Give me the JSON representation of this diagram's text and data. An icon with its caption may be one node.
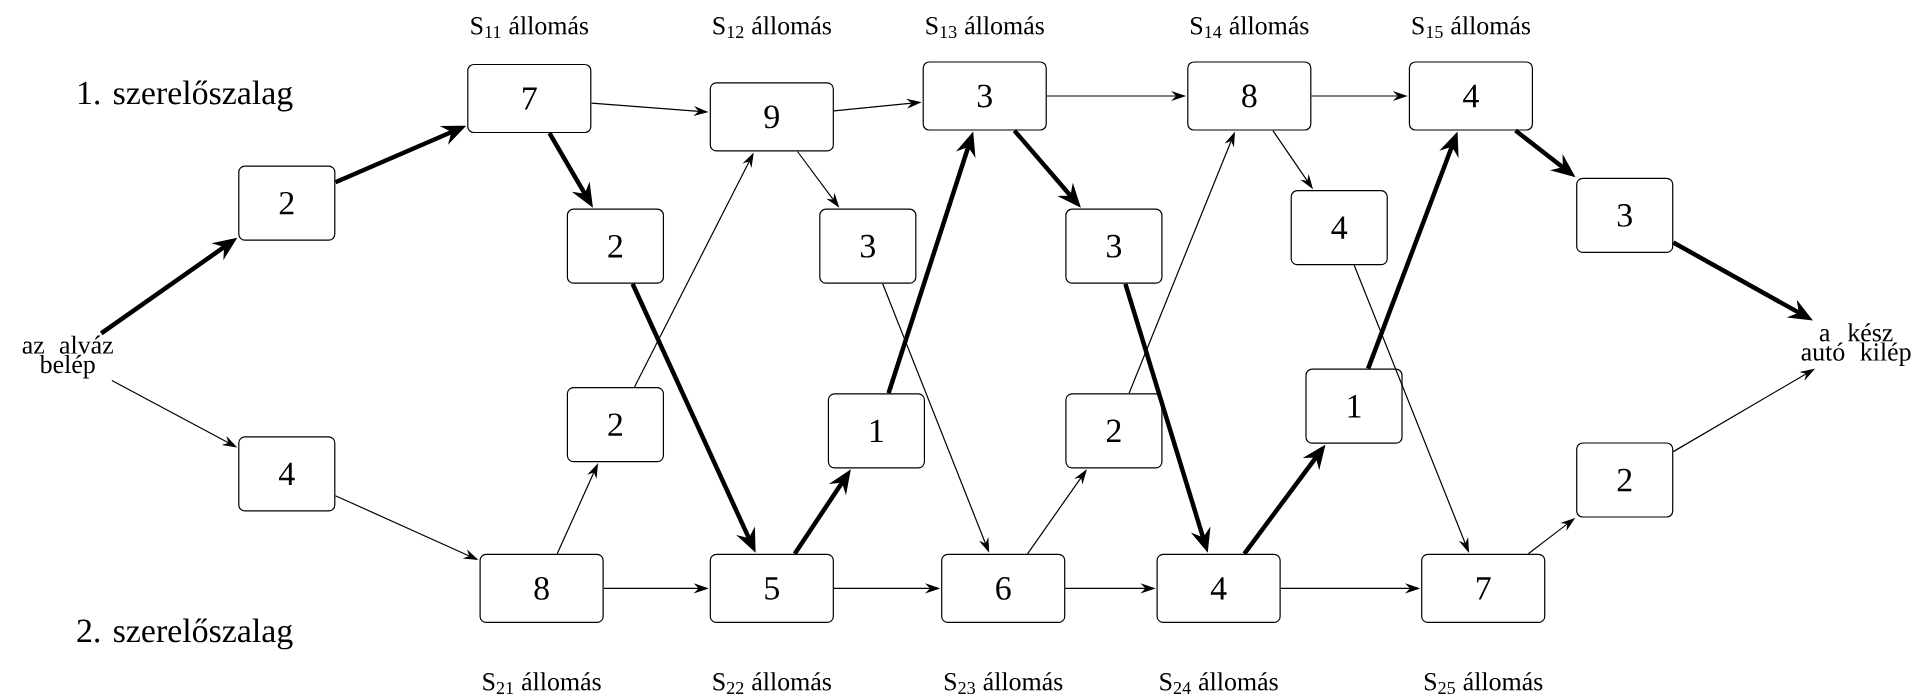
{
  "diagram": {
    "nodes": [
      {
        "text": [
          "az alváz belép"
        ]
      },
      {
        "text": [
          "2"
        ]
      },
      {
        "text": [
          "4"
        ]
      },
      {
        "text": [
          "7"
        ],
        "beside": [
          "S$_{11}$ állomás"
        ]
      },
      {
        "text": [
          "2"
        ]
      },
      {
        "text": [
          "2"
        ]
      },
      {
        "text": [
          "8"
        ],
        "beside": [
          "S$_{21}$ állomás"
        ]
      },
      {
        "text": [
          "9"
        ],
        "beside": [
          "S$_{12}$ állomás"
        ]
      },
      {
        "text": [
          "3"
        ]
      },
      {
        "text": [
          "1"
        ]
      },
      {
        "text": [
          "5"
        ],
        "beside": [
          "S$_{22}$ állomás"
        ]
      },
      {
        "text": [
          "3"
        ],
        "beside": [
          "S$_{13}$ állomás"
        ]
      },
      {
        "text": [
          "3"
        ]
      },
      {
        "text": [
          "2"
        ]
      },
      {
        "text": [
          "6"
        ],
        "beside": [
          "S$_{23}$ állomás"
        ]
      },
      {
        "text": [
          "8"
        ],
        "beside": [
          "S$_{14}$ állomás"
        ]
      },
      {
        "text": [
          "4"
        ]
      },
      {
        "text": [
          "1"
        ]
      },
      {
        "text": [
          "4"
        ],
        "beside": [
          "S$_{24}$ állomás"
        ]
      },
      {
        "text": [
          "4"
        ],
        "beside": [
          "S$_{15}$ állomás"
        ]
      },
      {
        "text": [
          "3"
        ]
      },
      {
        "text": [
          "2"
        ]
      },
      {
        "text": [
          "7"
        ],
        "beside": [
          "S$_{25}$ állomás"
        ]
      },
      {
        "text": [
          "a kész autó kilép"
        ]
      }
    ],
    "edges": [
      {
        "from": 0,
        "to": 1,
        "arrow": "to",
        "style": "thick"
      },
      {
        "from": 0,
        "to": 2,
        "arrow": "to"
      },
      {
        "from": 1,
        "to": 3,
        "arrow": "to",
        "style": "thick"
      },
      {
        "from": 2,
        "to": 6,
        "arrow": "to"
      },
      {
        "from": 3,
        "to": 7,
        "arrow": "to"
      },
      {
        "from": 3,
        "to": 4,
        "arrow": "to",
        "style": "thick"
      },
      {
        "from": 4,
        "to": 10,
        "arrow": "to",
        "style": "thick"
      },
      {
        "from": 6,
        "to": 10,
        "arrow": "to"
      },
      {
        "from": 6,
        "to": 5,
        "arrow": "to"
      },
      {
        "from": 5,
        "to": 7,
        "arrow": "to"
      },
      {
        "from": 7,
        "to": 11,
        "arrow": "to"
      },
      {
        "from": 7,
        "to": 8,
        "arrow": "to"
      },
      {
        "from": 8,
        "to": 14,
        "arrow": "to"
      },
      {
        "from": 10,
        "to": 14,
        "arrow": "to"
      },
      {
        "from": 10,
        "to": 9,
        "arrow": "to",
        "style": "thick"
      },
      {
        "from": 9,
        "to": 11,
        "arrow": "to",
        "style": "thick"
      },
      {
        "from": 11,
        "to": 15,
        "arrow": "to"
      },
      {
        "from": 11,
        "to": 12,
        "arrow": "to",
        "style": "thick"
      },
      {
        "from": 12,
        "to": 18,
        "arrow": "to",
        "style": "thick"
      },
      {
        "from": 14,
        "to": 18,
        "arrow": "to"
      },
      {
        "from": 14,
        "to": 13,
        "arrow": "to"
      },
      {
        "from": 13,
        "to": 15,
        "arrow": "to"
      },
      {
        "from": 15,
        "to": 19,
        "arrow": "to"
      },
      {
        "from": 15,
        "to": 16,
        "arrow": "to"
      },
      {
        "from": 16,
        "to": 22,
        "arrow": "to"
      },
      {
        "from": 18,
        "to": 22,
        "arrow": "to"
      },
      {
        "from": 18,
        "to": 17,
        "arrow": "to",
        "style": "thick"
      },
      {
        "from": 17,
        "to": 19,
        "arrow": "to",
        "style": "thick"
      },
      {
        "from": 19,
        "to": 20,
        "arrow": "to",
        "style": "thick"
      },
      {
        "from": 20,
        "to": 23,
        "arrow": "to",
        "style": "thick"
      },
      {
        "from": 22,
        "to": 21,
        "arrow": "to"
      },
      {
        "from": 21,
        "to": 23,
        "arrow": "to"
      }
    ],
    "labels": [
      "1. szerelőszalag",
      "2. szerelőszalag"
    ]
  }
}
